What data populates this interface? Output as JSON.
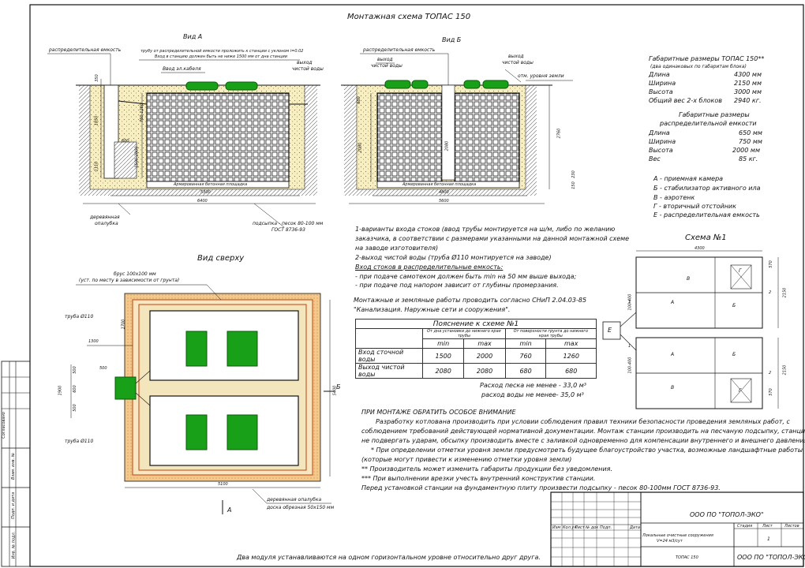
{
  "sheet_title": "Монтажная схема ТОПАС 150",
  "view_a": {
    "title": "Вид А",
    "label_dist_tank": "распределительная емкость",
    "pipe_note_1": "трубу от распределительной емкости проложить к станции с уклоном i=0.02",
    "pipe_note_2": "Вход в станцию должен быть не ниже 1500 мм от дна станции",
    "inlet_label": "Ввод эл.кабеля",
    "outlet_label_1": "выход",
    "outlet_label_2": "чистой воды",
    "slab_label": "Армированная бетонная площадка",
    "formwork_1": "деревянная",
    "formwork_2": "опалубка",
    "sand_1": "подсыпка - песок 80-100 мм",
    "sand_2": "ГОСТ 8736-93",
    "dims": [
      "350",
      "1850",
      "1110",
      "600",
      "760-1260",
      "1500-2000",
      "5300",
      "6400"
    ]
  },
  "view_b": {
    "title": "Вид Б",
    "label_dist_tank": "распределительная емкость",
    "out1_a": "выход",
    "out1_b": "чистой воды",
    "out2_a": "выход",
    "out2_b": "чистой воды",
    "ground_label": "отм. уровня земли",
    "slab_label": "Армированная бетонная площадка",
    "dims": [
      "680",
      "2080",
      "2080",
      "2760",
      "230",
      "150",
      "4800",
      "5600"
    ]
  },
  "dimensions_block": {
    "title": "Габаритные размеры ТОПАС 150**",
    "subtitle": "(два одинаковых по габаритам блока)",
    "rows": [
      {
        "k": "Длина",
        "v": "4300 мм"
      },
      {
        "k": "Ширина",
        "v": "2150 мм"
      },
      {
        "k": "Высота",
        "v": "3000 мм"
      },
      {
        "k": "Общий вес 2-х блоков",
        "v": "2940 кг."
      }
    ],
    "dist_title_1": "Габаритные размеры",
    "dist_title_2": "распределительной емкости",
    "dist_rows": [
      {
        "k": "Длина",
        "v": "650 мм"
      },
      {
        "k": "Ширина",
        "v": "750 мм"
      },
      {
        "k": "Высота",
        "v": "2000 мм"
      },
      {
        "k": "Вес",
        "v": "85 кг."
      }
    ]
  },
  "legend": [
    "А - приемная камера",
    "Б - стабилизатор активного ила",
    "В - аэротенк",
    "Г - вторичный отстойник",
    "Е - распределительная емкость"
  ],
  "notes": {
    "n1_a": "1-варианты входа  стоков (ввод трубы монтируется на ш/м, либо по желанию",
    "n1_b": "заказчика, в соответствии с размерами указанными на данной монтажной схеме",
    "n1_c": "на заводе изготовителя)",
    "n2": "2-выход чистой воды (труба Ø110 монтируется на заводе)",
    "n3": "Вход стоков в распределительные емкость:",
    "n4": "- при подаче самотеком должен быть min на 50 мм выше выхода;",
    "n5": "- при подаче под напором зависит от глубины промерзания.",
    "n6": "Монтажные и земляные работы проводить согласно СНиП 2.04.03-85",
    "n7": "\"Канализация. Наружные сети и сооружения\"."
  },
  "table": {
    "title": "Пояснение к схеме №1",
    "h1": "От дна установки до нижнего края трубы",
    "h2": "От поверхности грунта до нижнего края трубы",
    "min": "min",
    "max": "max",
    "rows": [
      {
        "name": "Вход сточной воды",
        "a": "1500",
        "b": "2000",
        "c": "760",
        "d": "1260"
      },
      {
        "name": "Выход чистой воды",
        "a": "2080",
        "b": "2080",
        "c": "680",
        "d": "680"
      }
    ]
  },
  "consumption": {
    "sand": "Расход песка не менее - 33,0 м³",
    "water": "расход воды не менее- 35,0 м³"
  },
  "scheme1": {
    "title": "Схема №1",
    "dims": [
      "4300",
      "570",
      "2150",
      "2150",
      "570",
      "100-400",
      "100-400"
    ],
    "labels": [
      "В",
      "Г",
      "А",
      "Б",
      "А",
      "Б",
      "В",
      "Г",
      "Е",
      "1",
      "1",
      "2",
      "2"
    ]
  },
  "top_view": {
    "title": "Вид сверху",
    "beam_1": "брус 100х100 мм",
    "beam_2": "(уст. по месту в зависимости от грунта)",
    "pipe_1": "труба Ø110",
    "pipe_2": "труба Ø110",
    "formwork_1": "деревянная опалубка",
    "formwork_2": "доска обрезная 50х150 мм",
    "dims": [
      "1700",
      "1300",
      "500",
      "500",
      "600",
      "500",
      "1900",
      "5100",
      "5400"
    ],
    "arrow_a": "А",
    "arrow_b": "Б"
  },
  "attention": {
    "title": "ПРИ МОНТАЖЕ ОБРАТИТЬ ОСОБОЕ ВНИМАНИЕ",
    "p1": "Разработку котлована производить при условии соблюдения правил техники безопасности проведения земляных работ, с",
    "p2": "соблюдением требований действующей нормативной документации. Монтаж станции производить на песчаную подсыпку, станцию",
    "p3": "не подвергать ударам, обсыпку производить вместе с заливкой одновременно для компенсации внутреннего и внешнего давления.",
    "p4": "* При определении отметки уровня земли предусмотреть будущее благоустройство участка, возможные ландшафтные работы",
    "p5": "(которые могут привести к изменению отметки уровня земли)",
    "p6": "** Производитель может изменить габариты продукции без уведомления.",
    "p7": "*** При выполнении врезки учесть внутренний конструктив станции.",
    "p8": "Перед установкой станции на фундаментную плиту произвести подсыпку - песок 80-100мм ГОСТ 8736-93."
  },
  "footer_note": "Два модуля устанавливаются на одном горизонтальном уровне относительно друг друга.",
  "title_block": {
    "company": "ООО ПО \"ТОПОЛ-ЭКО\"",
    "company2": "ООО ПО \"ТОПОЛ-ЭКО\"",
    "desc_1": "Локальные очистные сооружения",
    "desc_2": "V=24 м3/сут",
    "product": "ТОПАС 150",
    "stage": "Стадия",
    "sheet": "Лист",
    "sheets": "Листов",
    "sheet_no": "1",
    "cols": [
      "Изм",
      "Кол.уч",
      "Лист",
      "№ док",
      "Подп.",
      "Дата"
    ]
  },
  "side_stamp": [
    "Согласовано",
    "Взам. инв. №",
    "Подп. и дата",
    "Инв. № подл."
  ]
}
